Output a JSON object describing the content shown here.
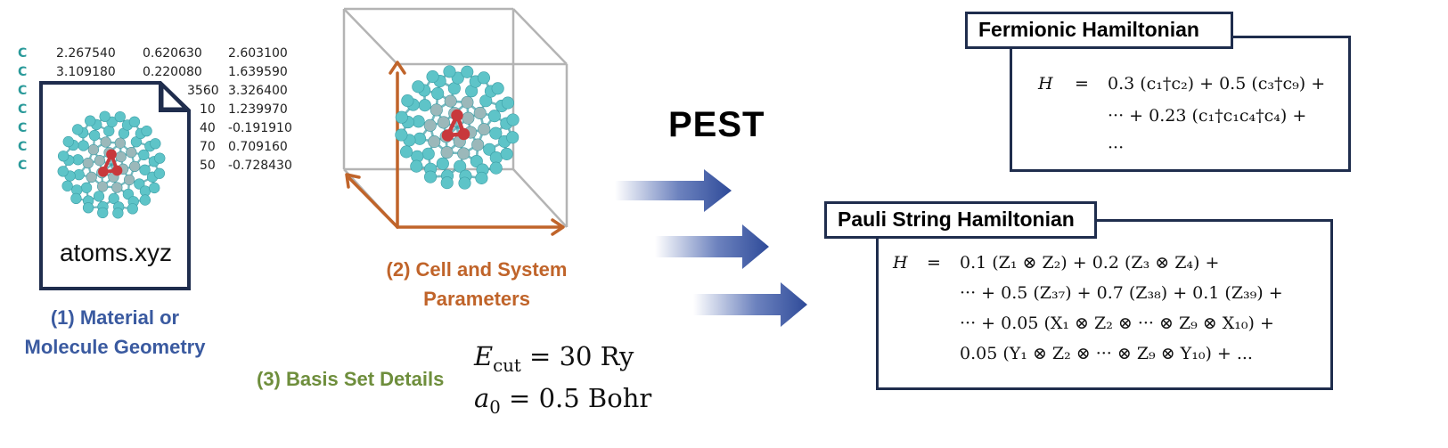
{
  "xyz_rows": [
    {
      "el": "C",
      "x": "2.267540",
      "y": "0.620630",
      "z": "2.603100"
    },
    {
      "el": "C",
      "x": "3.109180",
      "y": "0.220080",
      "z": "1.639590"
    },
    {
      "el": "C",
      "x": "",
      "y": "3560",
      "z": "3.326400"
    },
    {
      "el": "C",
      "x": "",
      "y": "10",
      "z": "1.239970"
    },
    {
      "el": "C",
      "x": "",
      "y": "40",
      "z": "-0.191910"
    },
    {
      "el": "C",
      "x": "",
      "y": "70",
      "z": "0.709160"
    },
    {
      "el": "C",
      "x": "",
      "y": "50",
      "z": "-0.728430"
    }
  ],
  "file_label": "atoms.xyz",
  "caption1": {
    "line1": "(1) Material or",
    "line2": "Molecule Geometry"
  },
  "caption2": {
    "line1": "(2) Cell and System",
    "line2": "Parameters"
  },
  "caption3": "(3) Basis Set Details",
  "basis": {
    "ecut_sym": "E",
    "ecut_sub": "cut",
    "ecut_rest": " = 30 Ry",
    "a0_sym": "a",
    "a0_sub": "0",
    "a0_rest": " = 0.5 Bohr"
  },
  "pest_label": "PEST",
  "fermionic": {
    "title": "Fermionic Hamiltonian",
    "lhs": "H",
    "eq": "=",
    "line1": "0.3 (c₁†c₂) + 0.5 (c₃†c₉) +",
    "line2": "··· + 0.23 (c₁†c₁c₄†c₄) +",
    "line3": "···"
  },
  "pauli": {
    "title": "Pauli String Hamiltonian",
    "lhs": "H",
    "eq": "=",
    "line1": "0.1 (Z₁ ⊗ Z₂) + 0.2 (Z₃ ⊗ Z₄) +",
    "line2": "··· + 0.5 (Z₃₇) + 0.7 (Z₃₈) + 0.1 (Z₃₉) +",
    "line3": "··· + 0.05 (X₁ ⊗ Z₂ ⊗ ··· ⊗ Z₉ ⊗ X₁₀) +",
    "line4": "0.05 (Y₁ ⊗ Z₂ ⊗ ··· ⊗ Z₉ ⊗ Y₁₀) + ..."
  },
  "colors": {
    "carbon": "#5ec4c8",
    "carbon_dark": "#3c9ea6",
    "oxygen": "#c8383c",
    "arrow_blue": "#3b58a8",
    "cell_axis": "#c0642a",
    "box_border": "#1f2d4d"
  },
  "icons": [
    "document-icon",
    "fullerene-molecule-icon",
    "unit-cell-icon",
    "flow-arrow-icon"
  ]
}
